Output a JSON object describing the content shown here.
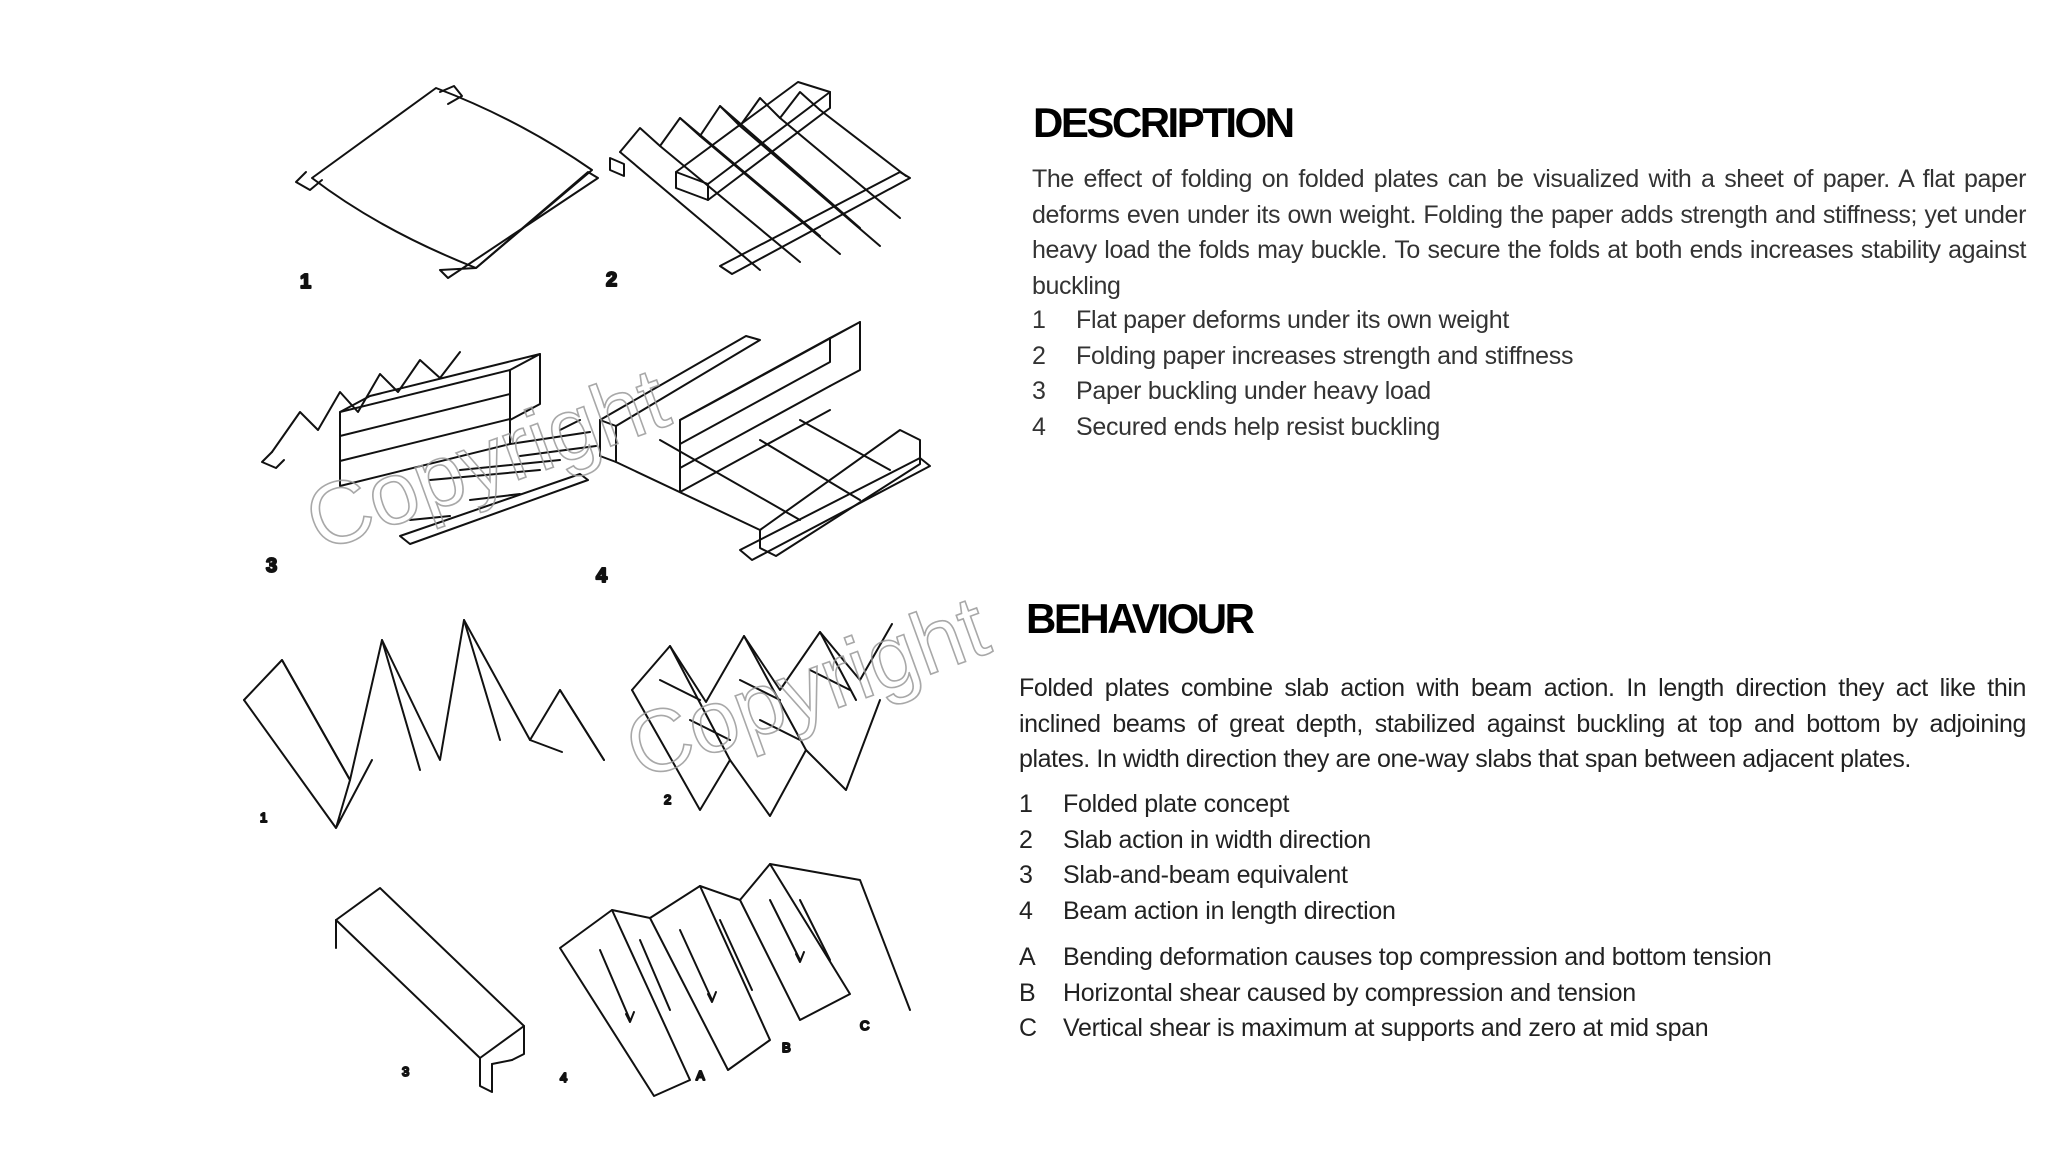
{
  "figures": {
    "top_numbers": [
      "1",
      "2",
      "3",
      "4"
    ],
    "bottom_numbers": [
      "1",
      "2",
      "3",
      "4"
    ],
    "arrow_labels": [
      "A",
      "B",
      "C"
    ],
    "watermark": "Copyright"
  },
  "description": {
    "heading": "DESCRIPTION",
    "paragraph": "The effect of folding on folded plates can be visualized with a sheet of paper.  A flat paper deforms even under its own weight.  Folding the paper adds strength and stiffness; yet under heavy load the folds may buckle.  To secure the folds at both ends increases stability against buckling",
    "items": [
      {
        "n": "1",
        "text": "Flat paper deforms under its own weight"
      },
      {
        "n": "2",
        "text": "Folding paper increases strength and stiffness"
      },
      {
        "n": "3",
        "text": "Paper buckling under heavy load"
      },
      {
        "n": "4",
        "text": "Secured ends help resist buckling"
      }
    ]
  },
  "behaviour": {
    "heading": "BEHAVIOUR",
    "paragraph": "Folded plates combine slab action with beam action.  In length direction they act like thin inclined beams of great depth, stabilized against buckling at top and bottom by adjoining plates.  In width direction they are one-way slabs that span between adjacent plates.",
    "items": [
      {
        "n": "1",
        "text": "Folded plate concept"
      },
      {
        "n": "2",
        "text": "Slab action in width direction"
      },
      {
        "n": "3",
        "text": "Slab-and-beam equivalent"
      },
      {
        "n": "4",
        "text": "Beam action in length direction"
      }
    ],
    "letters": [
      {
        "n": "A",
        "text": "Bending deformation causes top compression and bottom tension"
      },
      {
        "n": "B",
        "text": "Horizontal shear caused by compression and tension"
      },
      {
        "n": "C",
        "text": "Vertical shear is maximum at supports and zero at mid span"
      }
    ]
  }
}
